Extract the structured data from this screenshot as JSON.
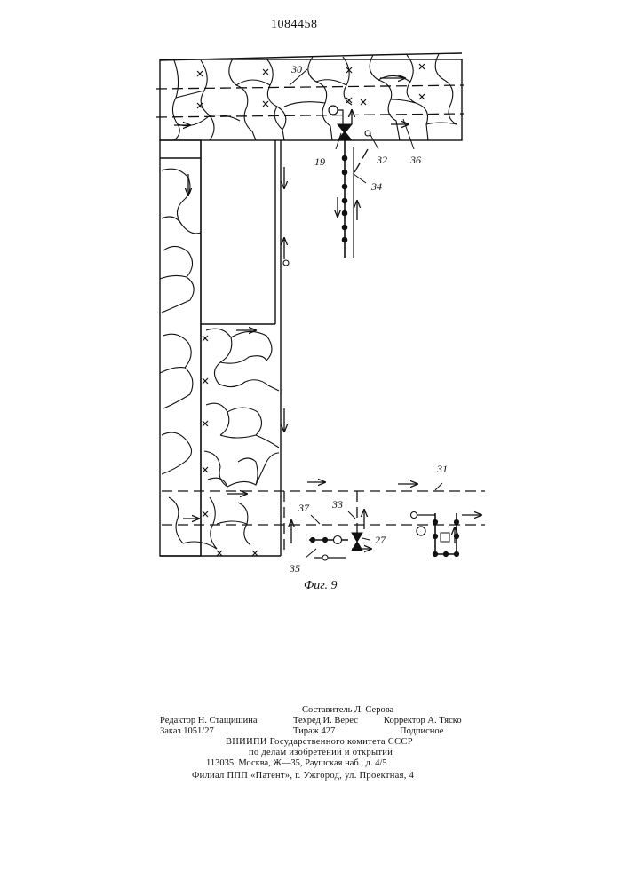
{
  "document": {
    "patent_number": "1084458",
    "figure_caption": "Фиг. 9"
  },
  "drawing": {
    "labels": {
      "l30": "30",
      "l19": "19",
      "l32": "32",
      "l36": "36",
      "l34": "34",
      "l31": "31",
      "l37": "37",
      "l33": "33",
      "l27": "27",
      "l35": "35"
    }
  },
  "imprint": {
    "compiler": "Составитель Л. Серова",
    "editor": "Редактор Н. Стащишина",
    "techred": "Техред И. Верес",
    "corrector": "Корректор А. Тяско",
    "order": "Заказ 1051/27",
    "run": "Тираж 427",
    "subscription": "Подписное",
    "org1": "ВНИИПИ Государственного комитета СССР",
    "org2": "по делам изобретений и открытий",
    "address": "113035, Москва, Ж—35, Раушская наб., д. 4/5",
    "branch": "Филиал ППП «Патент», г. Ужгород, ул. Проектная, 4"
  }
}
